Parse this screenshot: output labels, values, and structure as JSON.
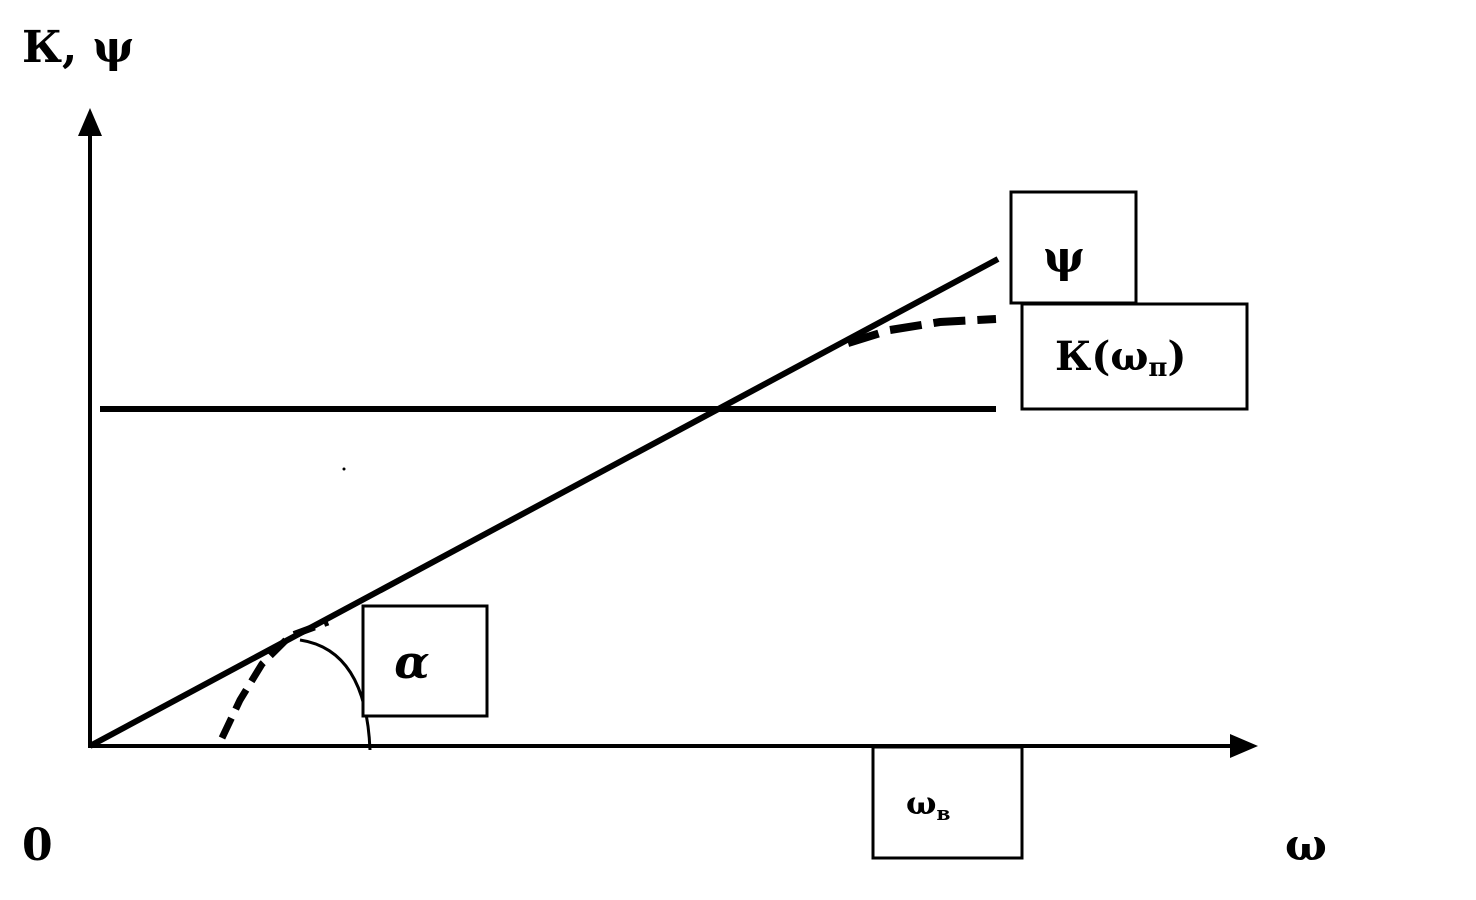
{
  "labels": {
    "y_axis": "К, ψ",
    "x_axis": "ω",
    "origin": "0",
    "psi_box": "ψ",
    "k_box_main": "К(ω",
    "k_box_sub": "п",
    "k_box_close": ")",
    "alpha_box": "α",
    "omega_b_main": "ω",
    "omega_b_sub": "в"
  },
  "colors": {
    "ink": "#000000",
    "background": "#ffffff"
  }
}
